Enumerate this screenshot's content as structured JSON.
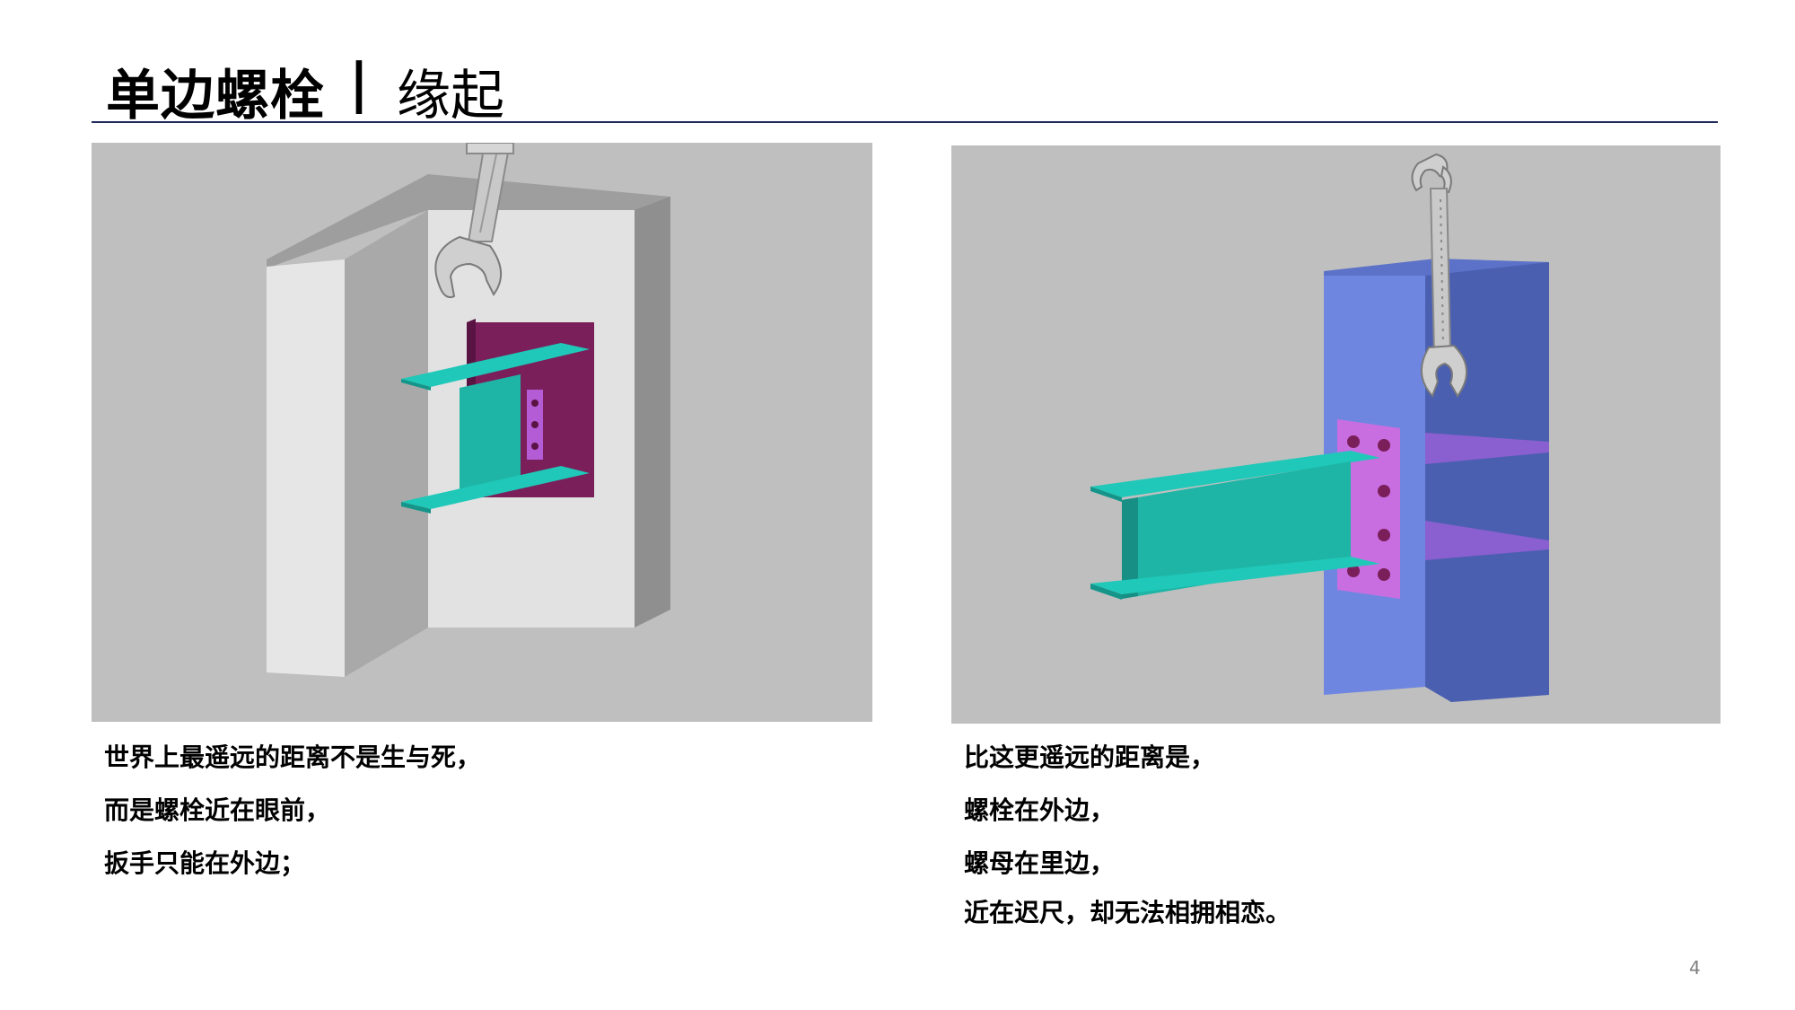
{
  "slide": {
    "title": "单边螺栓",
    "separator": "|",
    "subtitle": "缘起",
    "page_number": "4"
  },
  "left": {
    "caption_lines": [
      "世界上最遥远的距离不是生与死，",
      "而是螺栓近在眼前，",
      "扳手只能在外边；"
    ]
  },
  "right": {
    "caption_lines": [
      "比这更遥远的距离是，",
      "螺栓在外边，",
      "螺母在里边，",
      "近在迟尺，却无法相拥相恋。"
    ]
  },
  "colors": {
    "title_rule": "#1f2a5a",
    "panel_bg": "#bfbfbf",
    "steel_beam": "#1fc8b8",
    "end_plate": "#7a1f5a",
    "connector_plate": "#c86ee0",
    "column": "#6f86e0"
  }
}
